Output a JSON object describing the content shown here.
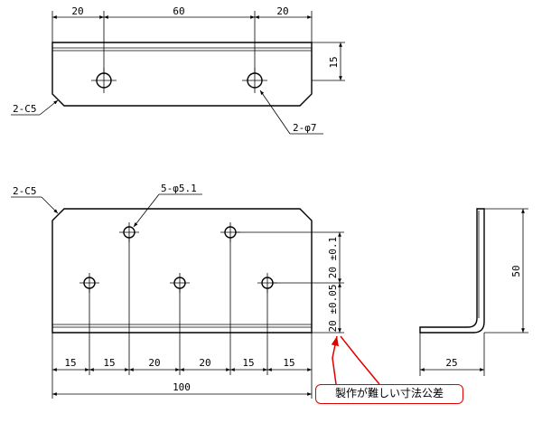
{
  "top_view": {
    "dims": [
      "20",
      "60",
      "20"
    ],
    "height_dim": "15",
    "chamfer_label": "2-C5",
    "hole_label": "2-φ7"
  },
  "main_view": {
    "chamfer_label": "2-C5",
    "hole_label": "5-φ5.1",
    "bottom_dims": [
      "15",
      "15",
      "20",
      "20",
      "15",
      "15"
    ],
    "overall_dim": "100",
    "right_dim_upper": "20 ±0.1",
    "right_dim_lower": "20 ±0.05"
  },
  "side_view": {
    "height_dim": "50",
    "width_dim": "25"
  },
  "note": {
    "text": "製作が難しい寸法公差",
    "color": "#e00000"
  }
}
